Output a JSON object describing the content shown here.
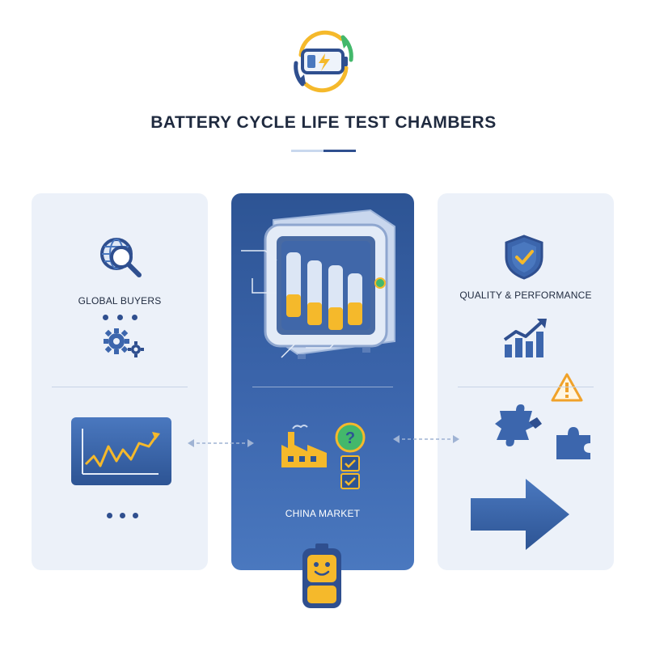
{
  "title": "BATTERY CYCLE LIFE TEST CHAMBERS",
  "panels": {
    "left": {
      "label": "GLOBAL BUYERS"
    },
    "center": {
      "label": "CHINA MARKET"
    },
    "right": {
      "label": "QUALITY & PERFORMANCE"
    }
  },
  "icons": [
    "battery-cycle-icon",
    "magnifier-globe-icon",
    "gears-icon",
    "chart-screen-icon",
    "test-chamber-icon",
    "factory-icon",
    "question-icon",
    "checklist-icon",
    "shield-check-icon",
    "bar-chart-up-icon",
    "warning-icon",
    "puzzle-broken-icon",
    "puzzle-icon",
    "arrow-right-icon",
    "smiling-battery-icon",
    "double-arrow-icon"
  ],
  "colors": {
    "primary": "#2f4f8f",
    "accent_yellow": "#f5b92b",
    "accent_green": "#43b86b",
    "panel_light": "#ecf1f9",
    "warning": "#f0a22a"
  }
}
